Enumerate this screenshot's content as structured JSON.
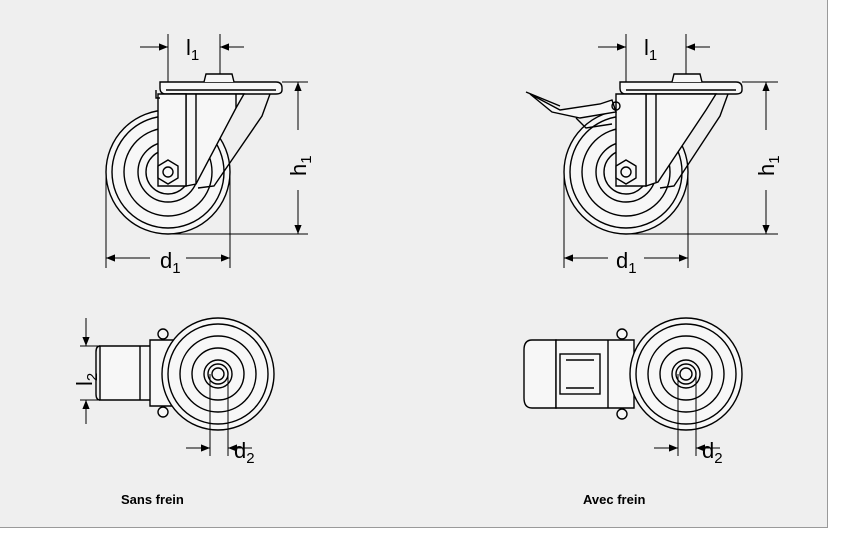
{
  "captions": {
    "left": "Sans frein",
    "right": "Avec frein"
  },
  "labels": {
    "l1": {
      "base": "l",
      "sub": "1"
    },
    "h1": {
      "base": "h",
      "sub": "1"
    },
    "d1": {
      "base": "d",
      "sub": "1"
    },
    "l2": {
      "base": "l",
      "sub": "2"
    },
    "d2": {
      "base": "d",
      "sub": "2"
    }
  },
  "colors": {
    "background": "#efefef",
    "line": "#000000",
    "frame": "#9a9a9a"
  }
}
